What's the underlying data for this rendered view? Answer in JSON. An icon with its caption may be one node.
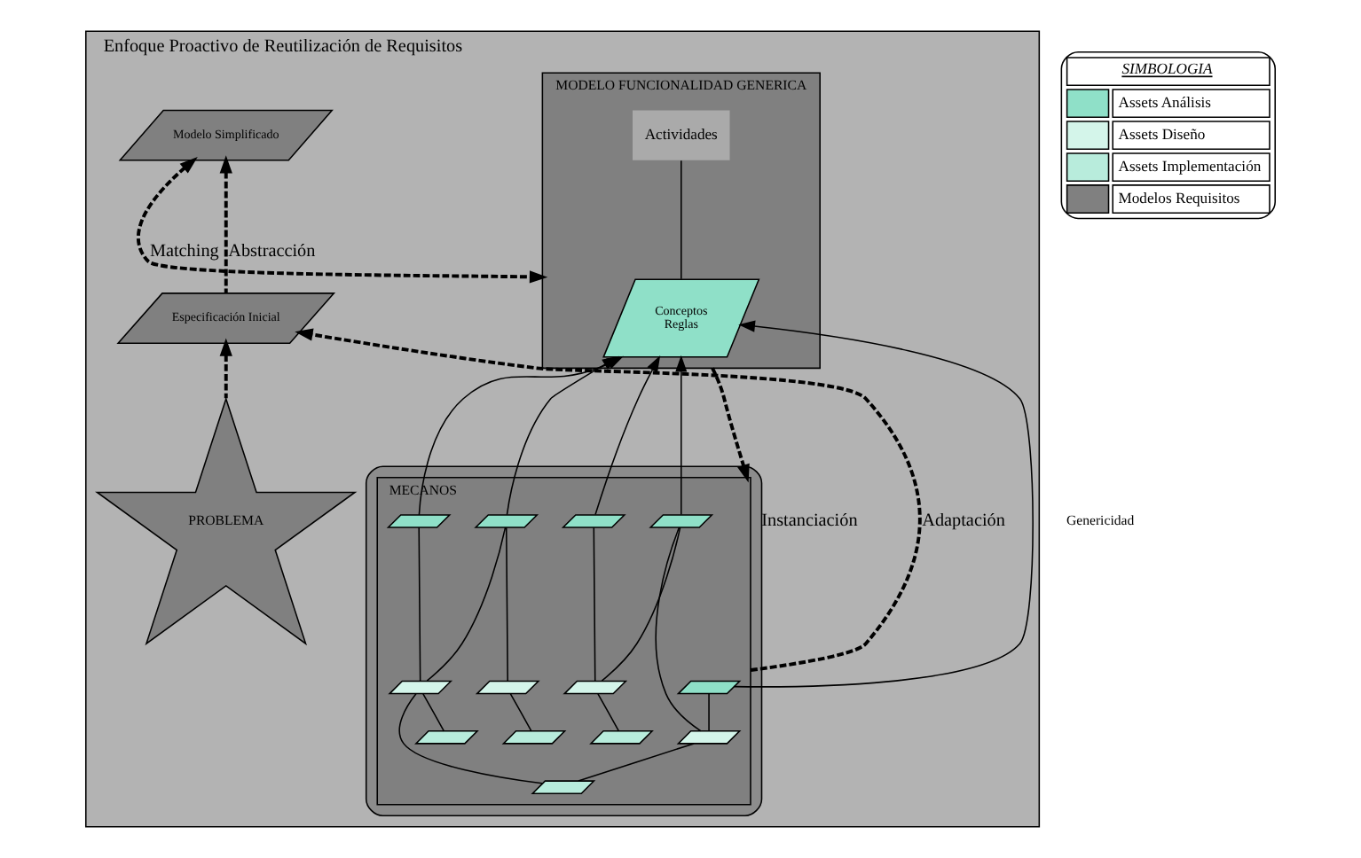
{
  "diagram": {
    "nodes": [
      {
        "text": [
          "Enfoque Proactivo de Reutilización de Requisitos"
        ]
      },
      {
        "text": [
          "Modelo Simplificado"
        ],
        "in": 0
      },
      {
        "text": [
          "MODELO FUNCIONALIDAD GENERICA"
        ],
        "in": 0
      },
      {
        "text": [
          "Actividades"
        ],
        "in": 2
      },
      {
        "text": [
          "Conceptos",
          "Reglas"
        ],
        "in": 2
      },
      {
        "text": [],
        "shape": "cylinder",
        "in": 0
      },
      {
        "text": [
          "MECANOS"
        ],
        "in": 5
      },
      {
        "text": [],
        "shape": "box",
        "in": 6
      },
      {
        "text": [],
        "shape": "box",
        "in": 6
      },
      {
        "text": [],
        "shape": "box",
        "in": 6
      },
      {
        "text": [],
        "shape": "box",
        "in": 6
      },
      {
        "text": [],
        "shape": "box",
        "in": 6
      },
      {
        "text": [],
        "shape": "box",
        "in": 6
      },
      {
        "text": [],
        "shape": "box",
        "in": 6
      },
      {
        "text": [],
        "shape": "box",
        "in": 6
      },
      {
        "text": [],
        "shape": "box",
        "in": 6
      },
      {
        "text": [],
        "shape": "box",
        "in": 6
      },
      {
        "text": [],
        "shape": "box",
        "in": 6
      },
      {
        "text": [],
        "shape": "box",
        "in": 6
      },
      {
        "text": [],
        "shape": "box",
        "in": 6
      },
      {
        "text": [
          "Especificación Inicial"
        ],
        "in": 0
      },
      {
        "text": [
          "PROBLEMA"
        ],
        "in": 0
      }
    ],
    "edges": [
      {
        "from": 1,
        "to": 2,
        "arrow": "both",
        "style": "dashed",
        "label": "Matching"
      },
      {
        "from": 20,
        "to": 1,
        "arrow": "to",
        "style": "dashed",
        "label": "Abstracción"
      },
      {
        "from": 2,
        "to": 6,
        "arrow": "to",
        "style": "dashed",
        "label": "Instanciación"
      },
      {
        "from": 6,
        "to": 20,
        "arrow": "to",
        "style": "dashed",
        "label": "Adaptación"
      },
      {
        "from": 21,
        "to": 20,
        "arrow": "to",
        "style": "dashed"
      },
      {
        "from": 3,
        "to": 4,
        "arrow": "none"
      },
      {
        "from": 7,
        "to": 4,
        "arrow": "to"
      },
      {
        "from": 8,
        "to": 4,
        "arrow": "to"
      },
      {
        "from": 9,
        "to": 4,
        "arrow": "to"
      },
      {
        "from": 10,
        "to": 4,
        "arrow": "to"
      },
      {
        "from": 11,
        "to": 4,
        "arrow": "to"
      },
      {
        "from": 7,
        "to": 12,
        "arrow": "none"
      },
      {
        "from": 8,
        "to": 12,
        "arrow": "none"
      },
      {
        "from": 8,
        "to": 13,
        "arrow": "none"
      },
      {
        "from": 9,
        "to": 13,
        "arrow": "none"
      },
      {
        "from": 10,
        "to": 14,
        "arrow": "none"
      },
      {
        "from": 11,
        "to": 14,
        "arrow": "none"
      },
      {
        "from": 11,
        "to": 15,
        "arrow": "none"
      },
      {
        "from": 12,
        "to": 16,
        "arrow": "none"
      },
      {
        "from": 13,
        "to": 17,
        "arrow": "none"
      },
      {
        "from": 14,
        "to": 17,
        "arrow": "none"
      },
      {
        "from": 14,
        "to": 18,
        "arrow": "none"
      },
      {
        "from": 15,
        "to": 19,
        "arrow": "none"
      }
    ],
    "labels": [
      "SIMBOLOGIA",
      "Genericidad"
    ],
    "legend": [
      {
        "text": "Assets Análisis",
        "color": "#8fe0c8"
      },
      {
        "text": "Assets Diseño",
        "color": "#d4f5ea"
      },
      {
        "text": "Assets Implementación",
        "color": "#b8ecdc"
      },
      {
        "text": "Modelos Requisitos",
        "color": "#808080"
      }
    ]
  }
}
